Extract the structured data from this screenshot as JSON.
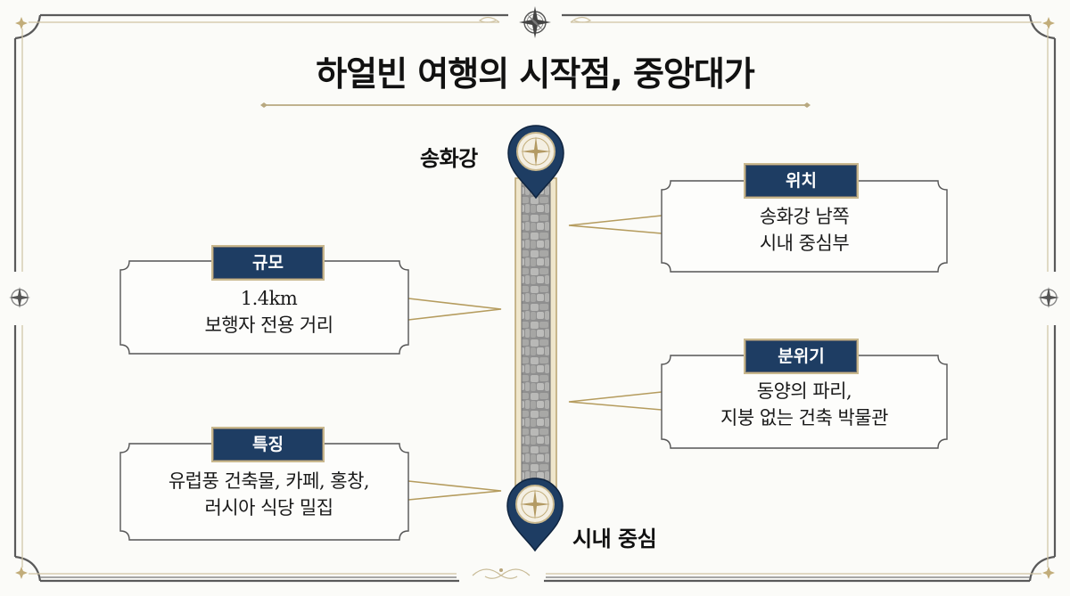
{
  "title": "하얼빈 여행의 시작점, 중앙대가",
  "route": {
    "start_label": "송화강",
    "end_label": "시내 중심",
    "start_icon": "map-pin-compass-icon",
    "end_icon": "map-pin-compass-icon",
    "street_texture": "cobblestone"
  },
  "callouts": [
    {
      "id": "scale",
      "side": "left",
      "header": "규모",
      "lines": [
        "1.4km",
        "보행자 전용 거리"
      ]
    },
    {
      "id": "location",
      "side": "right",
      "header": "위치",
      "lines": [
        "송화강 남쪽",
        "시내 중심부"
      ]
    },
    {
      "id": "atmosphere",
      "side": "right",
      "header": "분위기",
      "lines": [
        "동양의 파리,",
        "지붕 없는 건축 박물관"
      ]
    },
    {
      "id": "features",
      "side": "left",
      "header": "특징",
      "lines": [
        "유럽풍 건축물, 카페, 홍창,",
        "러시아 식당 밀집"
      ]
    }
  ],
  "decorations": {
    "top_center": "compass-rose-icon",
    "bottom_center": "flourish-ornament",
    "side_middle": "compass-rose-icon",
    "corners": "star-ornament-icon"
  },
  "colors": {
    "navy": "#1e3d63",
    "gold": "#c9b88e",
    "frame_gray": "#555555",
    "background": "#fbfbf8"
  }
}
